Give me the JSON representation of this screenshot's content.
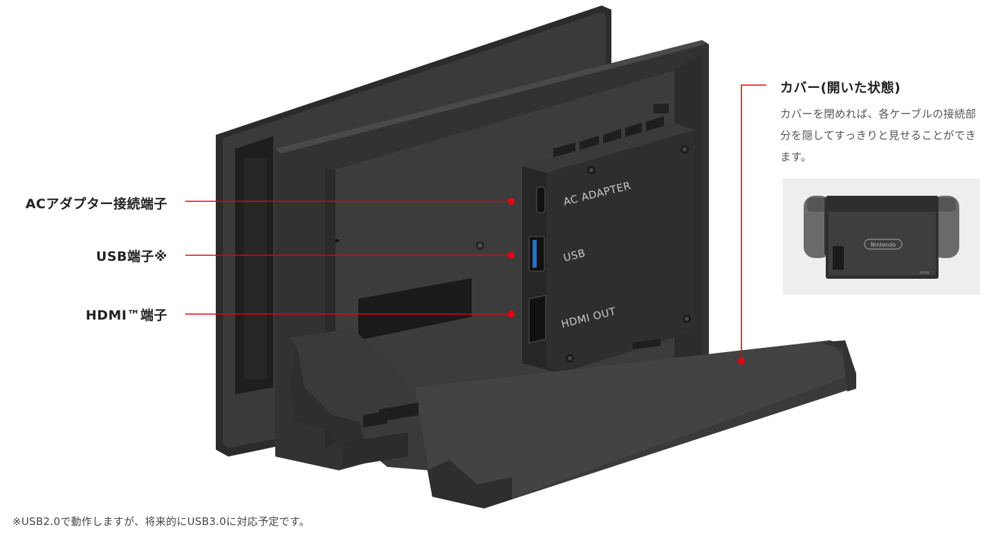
{
  "callouts": {
    "ac_adapter": "ACアダプター接続端子",
    "usb": "USB端子※",
    "hdmi": "HDMI™端子"
  },
  "cover": {
    "title": "カバー(開いた状態)",
    "description": "カバーを閉めれば、各ケーブルの接続部分を隠してすっきりと見せることができます。"
  },
  "port_labels": {
    "ac_adapter": "AC ADAPTER",
    "usb": "USB",
    "hdmi": "HDMI OUT"
  },
  "thumbnail": {
    "logo_text": "Nintendo",
    "port_text": "HDMI"
  },
  "footnote": "※USB2.0で動作しますが、将来的にUSB3.0に対応予定です。",
  "colors": {
    "callout_line": "#e60012",
    "dock_body": "#3a3a3a",
    "dock_dark": "#262626",
    "background": "#ffffff"
  }
}
